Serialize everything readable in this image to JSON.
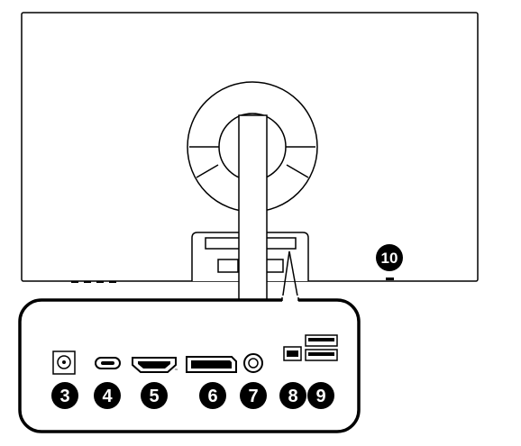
{
  "callouts": [
    {
      "id": "3",
      "label": "3",
      "icon": "dc-power-jack-icon"
    },
    {
      "id": "4",
      "label": "4",
      "icon": "usb-type-c-port-icon"
    },
    {
      "id": "5",
      "label": "5",
      "icon": "hdmi-port-icon"
    },
    {
      "id": "6",
      "label": "6",
      "icon": "displayport-icon"
    },
    {
      "id": "7",
      "label": "7",
      "icon": "audio-jack-icon"
    },
    {
      "id": "8",
      "label": "8",
      "icon": "usb-type-b-port-icon"
    },
    {
      "id": "9",
      "label": "9",
      "icon": "usb-type-a-ports-icon"
    },
    {
      "id": "10",
      "label": "10",
      "icon": "kensington-lock-slot-icon"
    }
  ],
  "hdmi_trademark": "™"
}
